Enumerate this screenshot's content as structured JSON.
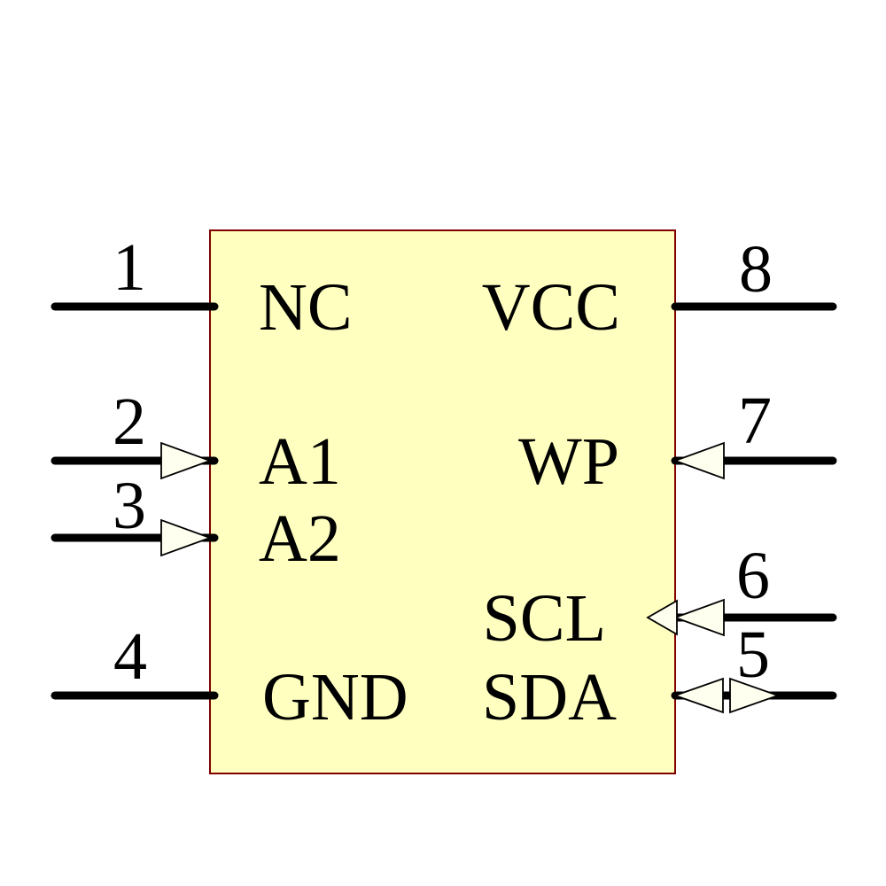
{
  "diagram": {
    "kind": "IC schematic symbol",
    "description": "8-pin serial EEPROM style symbol with yellow body, numbered pins left (1-4) and right (8,7,6,5)"
  },
  "colors": {
    "background": "#FFFFFF",
    "body_fill": "#FFFFC0",
    "body_border": "#800000",
    "pin_line": "#000000",
    "arrow_fill": "#FFFFF0",
    "arrow_outline": "#000000",
    "text": "#000000"
  },
  "component": {
    "pins": {
      "left": [
        {
          "number": "1",
          "name": "NC",
          "arrow": "none"
        },
        {
          "number": "2",
          "name": "A1",
          "arrow": "input-arrow"
        },
        {
          "number": "3",
          "name": "A2",
          "arrow": "input-arrow"
        },
        {
          "number": "4",
          "name": "GND",
          "arrow": "none"
        }
      ],
      "right": [
        {
          "number": "8",
          "name": "VCC",
          "arrow": "none"
        },
        {
          "number": "7",
          "name": "WP",
          "arrow": "input-arrow"
        },
        {
          "number": "6",
          "name": "SCL",
          "arrow": "clock-input-double-arrow"
        },
        {
          "number": "5",
          "name": "SDA",
          "arrow": "bidirectional-arrow"
        }
      ]
    }
  }
}
